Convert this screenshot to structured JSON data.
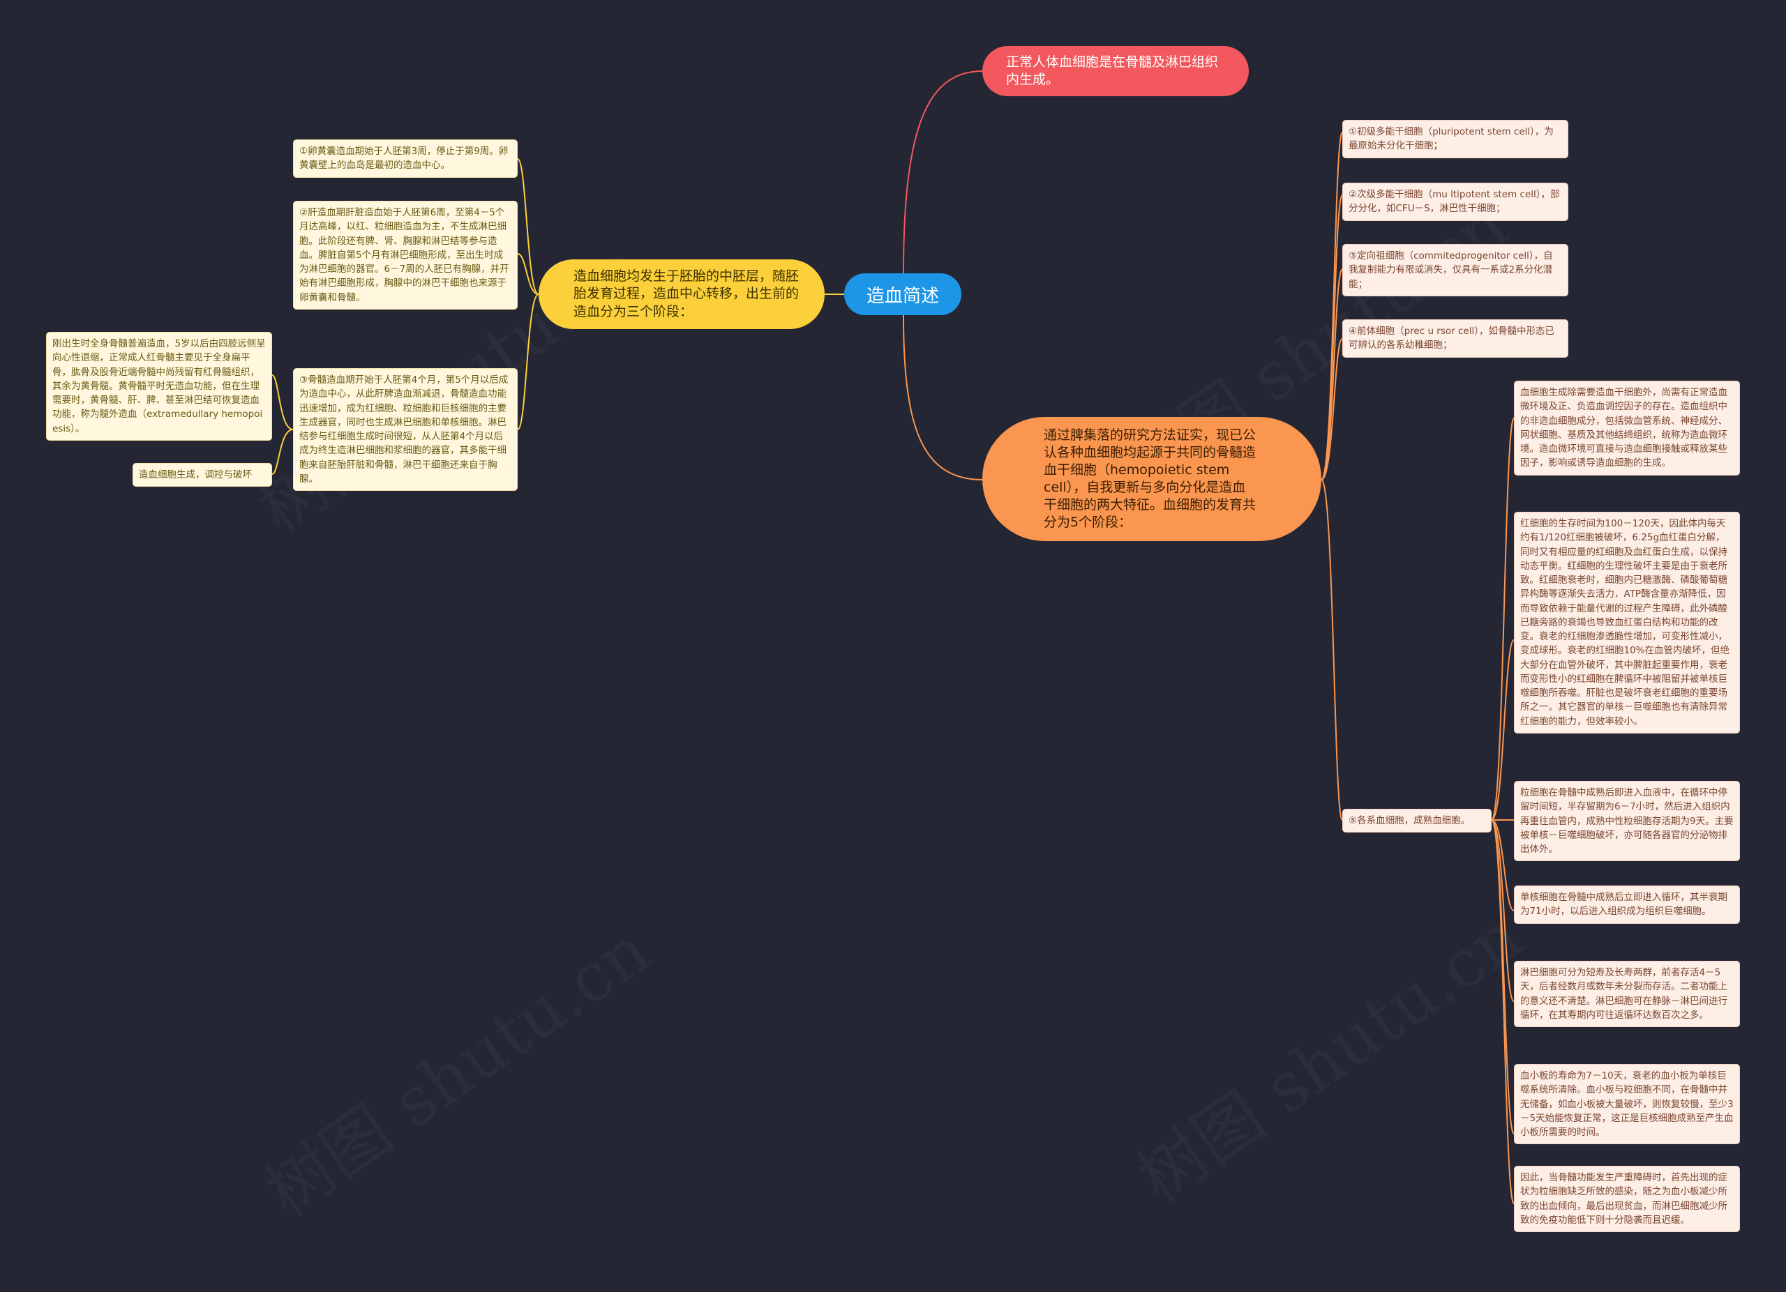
{
  "root": {
    "label": "造血简述"
  },
  "branch_top": {
    "text": "正常人体血细胞是在骨髓及淋巴组织内生成。"
  },
  "branch_left": {
    "text": "造血细胞均发生于胚胎的中胚层，随胚胎发育过程，造血中心转移，出生前的造血分为三个阶段：",
    "items": [
      "①卵黄囊造血期始于人胚第3周，停止于第9周。卵黄囊壁上的血岛是最初的造血中心。",
      "②肝造血期肝脏造血始于人胚第6周，至第4－5个月达高峰，以红、粒细胞造血为主，不生成淋巴细胞。此阶段还有脾、肾、胸腺和淋巴结等参与造血。脾脏自第5个月有淋巴细胞形成，至出生时成为淋巴细胞的器官。6－7周的人胚已有胸腺，并开始有淋巴细胞形成，胸腺中的淋巴干细胞也来源于卵黄囊和骨髓。",
      "③骨髓造血期开始于人胚第4个月，第5个月以后成为造血中心，从此肝脾造血渐减退，骨髓造血功能迅速增加，成为红细胞、粒细胞和巨核细胞的主要生成器官，同时也生成淋巴细胞和单核细胞。淋巴结参与红细胞生成时间很短，从人胚第4个月以后成为终生造淋巴细胞和浆细胞的器官，其多能干细胞来自胚胎肝脏和骨髓，淋巴干细胞还来自于胸腺。"
    ],
    "sub_items": [
      "刚出生时全身骨髓普遍造血，5岁以后由四肢远侧呈向心性退缩，正常成人红骨髓主要见于全身扁平骨，肱骨及股骨近端骨髓中尚残留有红骨髓组织，其余为黄骨髓。黄骨髓平时无造血功能，但在生理需要时，黄骨髓、肝、脾、甚至淋巴结可恢复造血功能，称为髓外造血（extramedullary hemopoiesis）。",
      "造血细胞生成，调控与破坏"
    ]
  },
  "branch_right": {
    "text": "通过脾集落的研究方法证实，现已公认各种血细胞均起源于共同的骨髓造血干细胞（hemopoietic stem cell），自我更新与多向分化是造血干细胞的两大特征。血细胞的发育共分为5个阶段：",
    "items": [
      "①初级多能干细胞（pluripotent stem cell），为最原始未分化干细胞；",
      "②次级多能干细胞（mu ltipotent stem cell），部分分化，如CFU－S，淋巴性干细胞；",
      "③定向祖细胞（commitedprogenitor cell），自我复制能力有限或消失，仅具有一系或2系分化潜能；",
      "④前体细胞（prec u rsor cell），如骨髓中形态已可辨认的各系幼稚细胞；",
      "⑤各系血细胞，成熟血细胞。"
    ],
    "details": [
      "血细胞生成除需要造血干细胞外，尚需有正常造血微环境及正、负造血调控因子的存在。造血组织中的非造血细胞成分，包括微血管系统、神经成分、网状细胞、基质及其他结缔组织，统称为造血微环境。造血微环境可直接与造血细胞接触或释放某些因子，影响或诱导造血细胞的生成。",
      "红细胞的生存时间为100－120天，因此体内每天约有1/120红细胞被破坏，6.25g血红蛋白分解，同时又有相应量的红细胞及血红蛋白生成，以保持动态平衡。红细胞的生理性破坏主要是由于衰老所致。红细胞衰老时，细胞内已糖激酶、磷酸葡萄糖异构酶等逐渐失去活力，ATP酶含量亦渐降低，因而导致依赖于能量代谢的过程产生障碍，此外磷酸已糖旁路的衰竭也导致血红蛋白结构和功能的改变。衰老的红细胞渗透脆性增加，可变形性减小，变成球形。衰老的红细胞10%在血管内破坏，但绝大部分在血管外破坏，其中脾脏起重要作用，衰老而变形性小的红细胞在脾循环中被阻留并被单核巨噬细胞所吞噬。肝脏也是破坏衰老红细胞的重要场所之一。其它器官的单核－巨噬细胞也有清除异常红细胞的能力，但效率较小。",
      "粒细胞在骨髓中成熟后即进入血液中，在循环中停留时间短，半存留期为6－7小时，然后进入组织内再重往血管内，成熟中性粒细胞存活期为9天。主要被单核－巨噬细胞破坏，亦可随各器官的分泌物排出体外。",
      "单核细胞在骨髓中成熟后立即进入循环，其半衰期为71小时，以后进入组织成为组织巨噬细胞。",
      "淋巴细胞可分为短寿及长寿两群，前者存活4－5天，后者经数月或数年未分裂而存活。二者功能上的意义还不清楚。淋巴细胞可在静脉－淋巴间进行循环，在其寿期内可往返循环达数百次之多。",
      "血小板的寿命为7－10天，衰老的血小板为单核巨噬系统所清除。血小板与粒细胞不同，在骨髓中并无储备，如血小板被大量破坏，则恢复较慢，至少3－5天始能恢复正常，这正是巨核细胞成熟至产生血小板所需要的时间。",
      "因此，当骨髓功能发生严重障碍时，首先出现的症状为粒细胞缺乏所致的感染，随之为血小板减少所致的出血倾向，最后出现贫血，而淋巴细胞减少所致的免疫功能低下则十分隐袭而且迟缓。"
    ]
  },
  "watermarks": [
    "树图 shutu.cn",
    "树图 shutu.cn",
    "树图 shutu.cn",
    "树图 shutu.cn"
  ],
  "colors": {
    "background": "#242633",
    "root": "#1e96e8",
    "top_branch": "#f2585e",
    "left_branch": "#fcd03a",
    "right_branch": "#fa9650"
  }
}
